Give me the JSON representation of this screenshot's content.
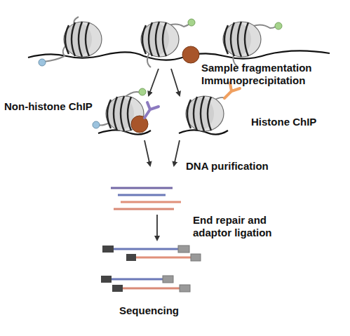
{
  "diagram": {
    "labels": [
      "Sample fragmentation",
      "Immunoprecipitation",
      "Non-histone ChIP",
      "Histone ChIP",
      "DNA purification",
      "End repair and adaptor ligation",
      "Sequencing"
    ]
  }
}
